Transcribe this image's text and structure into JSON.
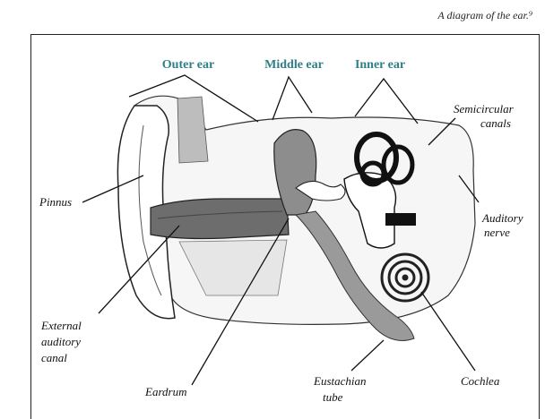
{
  "caption": "A diagram of the ear.⁹",
  "regions": {
    "outer": "Outer ear",
    "middle": "Middle ear",
    "inner": "Inner ear"
  },
  "parts": {
    "pinnus": "Pinnus",
    "semicircular": [
      "Semicircular",
      "canals"
    ],
    "auditory_nerve": [
      "Auditory",
      "nerve"
    ],
    "external_canal": [
      "External",
      "auditory",
      "canal"
    ],
    "eardrum": "Eardrum",
    "eustachian": [
      "Eustachian",
      "tube"
    ],
    "cochlea": "Cochlea"
  }
}
